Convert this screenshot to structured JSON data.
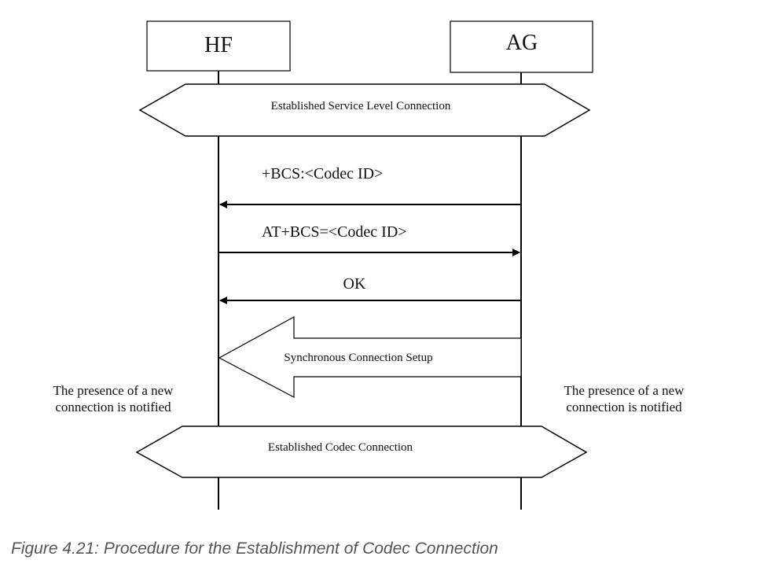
{
  "participants": {
    "hf": "HF",
    "ag": "AG"
  },
  "states": {
    "service_level": "Established Service Level Connection",
    "codec": "Established Codec Connection"
  },
  "messages": [
    {
      "label": "+BCS:<Codec ID>",
      "direction": "AG-to-HF"
    },
    {
      "label": "AT+BCS=<Codec ID>",
      "direction": "HF-to-AG"
    },
    {
      "label": "OK",
      "direction": "AG-to-HF"
    }
  ],
  "setup": {
    "label": "Synchronous Connection Setup",
    "direction": "AG-to-HF"
  },
  "notes": {
    "hf": [
      "The presence of a new",
      "connection is notified"
    ],
    "ag": [
      "The presence of a new",
      "connection is notified"
    ]
  },
  "caption": "Figure 4.21: Procedure for the Establishment of Codec Connection",
  "colors": {
    "line": "#000000",
    "caption": "#555555"
  }
}
